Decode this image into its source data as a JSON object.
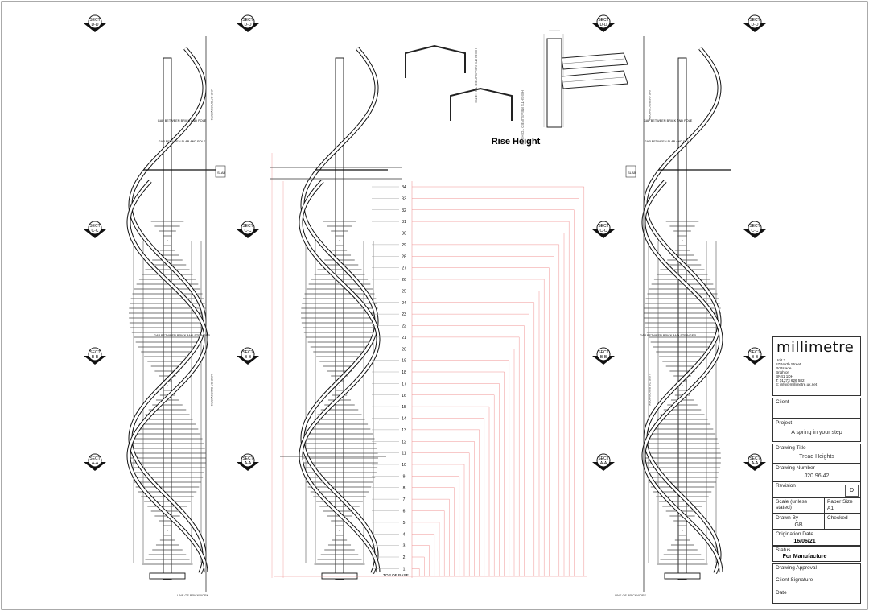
{
  "sheet": {
    "heading": "Rise Height"
  },
  "section_markers": [
    {
      "code": "D-D"
    },
    {
      "code": "D-D"
    },
    {
      "code": "D-D"
    },
    {
      "code": "D-D"
    },
    {
      "code": "C-C"
    },
    {
      "code": "C-C"
    },
    {
      "code": "C-C"
    },
    {
      "code": "C-C"
    },
    {
      "code": "B-B"
    },
    {
      "code": "B-B"
    },
    {
      "code": "B-B"
    },
    {
      "code": "B-B"
    },
    {
      "code": "A-A"
    },
    {
      "code": "A-A"
    },
    {
      "code": "A-A"
    },
    {
      "code": "A-A"
    }
  ],
  "section_marker_label": "SECT",
  "annotations": {
    "gap_brick_pole": "GAP BETWEEN BRICK AND POLE",
    "gap_slab_pole": "GAP BETWEEN SLAB AND POLE",
    "gap_brick_stringer": "GAP BETWEEN BRICK AND STRINGER",
    "slab": "SLAB",
    "line_of_brickwork": "LINE OF BRICKWORK",
    "top_of_base": "TOP OF BASE",
    "heights_measured": "HEIGHTS MEASURED TO HERE"
  },
  "rise_numbers": [
    "34",
    "33",
    "32",
    "31",
    "30",
    "29",
    "28",
    "27",
    "26",
    "25",
    "24",
    "23",
    "22",
    "21",
    "20",
    "19",
    "18",
    "17",
    "16",
    "15",
    "14",
    "13",
    "12",
    "11",
    "10",
    "9",
    "8",
    "7",
    "6",
    "5",
    "4",
    "3",
    "2",
    "1"
  ],
  "title_block": {
    "company": "millimetre",
    "address": [
      "Unit 3",
      "57 North Street",
      "Portslade",
      "Brighton",
      "BN41 1DH",
      "T: 01273 626 582",
      "E: info@millimetre.uk.net"
    ],
    "client_label": "Client",
    "client_value": "",
    "project_label": "Project",
    "project_value": "A spring in your step",
    "drawing_title_label": "Drawing Title",
    "drawing_title_value": "Tread Heights",
    "drawing_number_label": "Drawing Number",
    "drawing_number_value": "J20.96.42",
    "revision_label": "Revision",
    "revision_value": "D",
    "scale_label": "Scale (unless stated)",
    "scale_value": "",
    "paper_size_label": "Paper Size",
    "paper_size_value": "A1",
    "drawn_by_label": "Drawn By",
    "drawn_by_value": "GB",
    "checked_label": "Checked",
    "checked_value": "",
    "origination_date_label": "Origination Date",
    "origination_date_value": "16/06/21",
    "status_label": "Status",
    "status_value": "For Manufacture",
    "approval_label": "Drawing Approval",
    "client_signature_label": "Client Signature",
    "date_label": "Date"
  }
}
